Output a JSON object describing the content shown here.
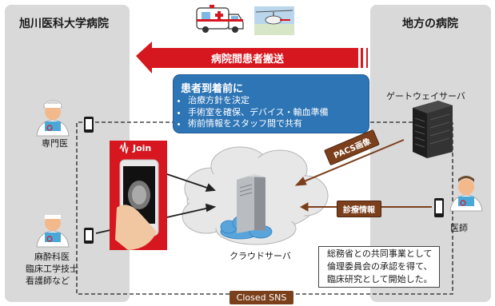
{
  "left_panel": {
    "title": "旭川医科大学病院"
  },
  "right_panel": {
    "title": "地方の病院"
  },
  "transfer_banner": {
    "label": "病院間患者搬送"
  },
  "callout": {
    "heading": "患者到着前に",
    "items": [
      "治療方針を決定",
      "手術室を確保、デバイス・輸血準備",
      "術前情報をスタッフ間で共有"
    ]
  },
  "app": {
    "name": "Join"
  },
  "labels": {
    "specialist": "専門医",
    "staff": [
      "麻酔科医",
      "臨床工学技士",
      "看護師など"
    ],
    "gateway": "ゲートウェイサーバ",
    "cloud": "クラウドサーバ",
    "doctor": "医師"
  },
  "tags": {
    "pacs": "PACS画像",
    "clinical": "診療情報",
    "sns": "Closed SNS"
  },
  "note": {
    "lines": [
      "総務省との共同事業として",
      "倫理委員会の承認を得て、",
      "臨床研究として開始した。"
    ]
  },
  "colors": {
    "panel": "#d9d9d9",
    "arrow_red": "#d7171f",
    "callout_blue": "#2e75b6",
    "tag_brown": "#7b3f1c"
  }
}
